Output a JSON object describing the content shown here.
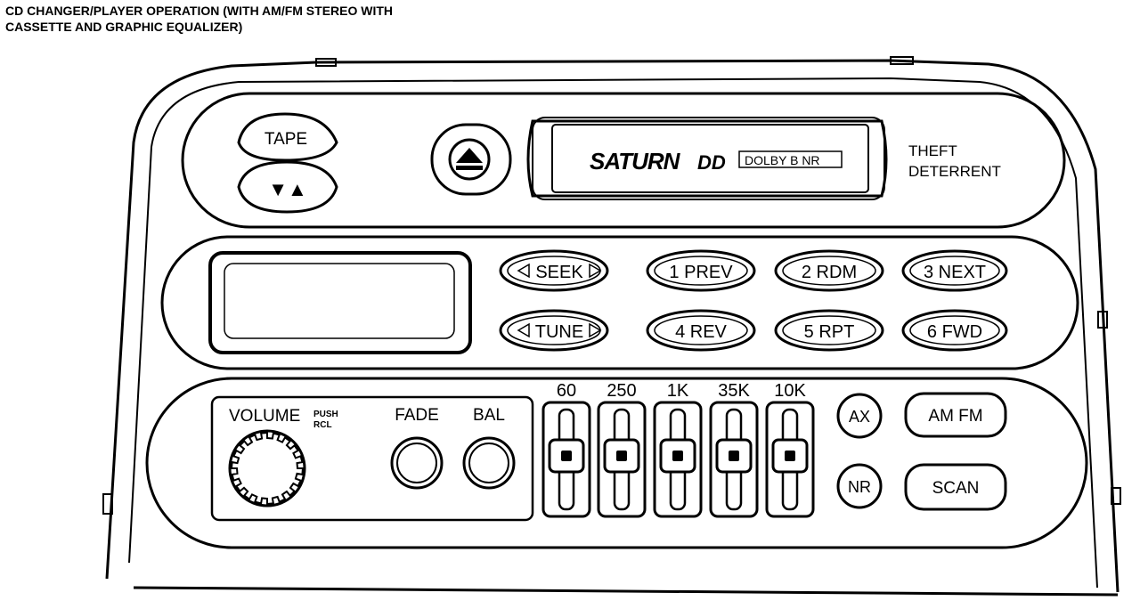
{
  "caption": {
    "line1": "CD CHANGER/PLAYER OPERATION (WITH AM/FM STEREO WITH",
    "line2": "CASSETTE AND GRAPHIC EQUALIZER)"
  },
  "cassette": {
    "tape_label": "TAPE",
    "direction_label": "▼▲",
    "eject_icon": "eject-icon",
    "brand": "SATURN",
    "dolby_symbol": "DD",
    "dolby_label": "DOLBY B NR",
    "theft_line1": "THEFT",
    "theft_line2": "DETERRENT"
  },
  "tuner": {
    "seek_label": "SEEK",
    "tune_label": "TUNE",
    "presets": [
      "1 PREV",
      "2 RDM",
      "3 NEXT",
      "4 REV",
      "5 RPT",
      "6 FWD"
    ]
  },
  "audio": {
    "volume_label": "VOLUME",
    "push_label": "PUSH",
    "rcl_label": "RCL",
    "fade_label": "FADE",
    "bal_label": "BAL",
    "eq_bands": [
      "60",
      "250",
      "1K",
      "35K",
      "10K"
    ],
    "ax_label": "AX",
    "nr_label": "NR",
    "amfm_label": "AM FM",
    "scan_label": "SCAN"
  }
}
